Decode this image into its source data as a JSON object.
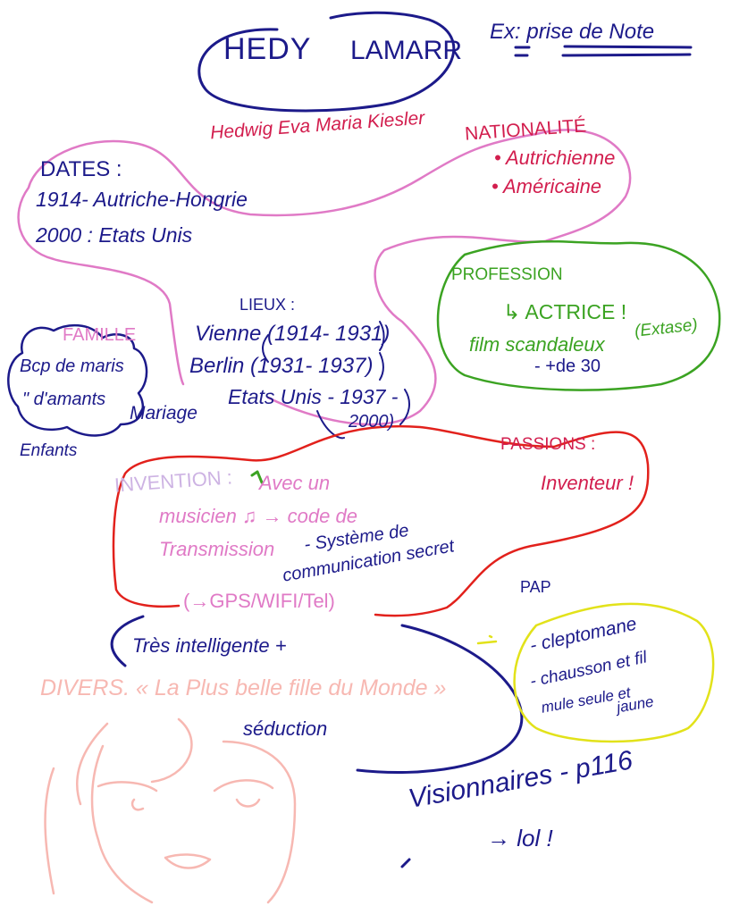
{
  "title": {
    "first": "HEDY",
    "last": "LAMARR",
    "birth_name": "Hedwig Eva Maria Kiesler"
  },
  "example_label": "Ex: prise de Note",
  "dates": {
    "heading": "DATES :",
    "lines": [
      "1914- Autriche-Hongrie",
      "2000 : Etats Unis"
    ]
  },
  "nationalite": {
    "heading": "NATIONALITÉ",
    "items": [
      "• Autrichienne",
      "• Américaine"
    ]
  },
  "lieux": {
    "heading": "LIEUX :",
    "lines": [
      "Vienne (1914- 1931)",
      "Berlin (1931- 1937)",
      "Etats Unis - 1937 -",
      "2000)"
    ]
  },
  "famille": {
    "heading": "FAMILLE",
    "lines": [
      "Bcp de maris",
      "\" d'amants"
    ],
    "mariage": "Mariage",
    "enfants": "Enfants"
  },
  "profession": {
    "heading": "PROFESSION",
    "role": "↳ ACTRICE !",
    "film": "film scandaleux",
    "film_title": "(Extase)",
    "count": "- +de 30"
  },
  "passions": {
    "heading": "PASSIONS :",
    "value": "Inventeur !"
  },
  "invention": {
    "heading": "INVENTION :",
    "lines": [
      "Avec un",
      "musicien ♫ → code de",
      "Transmission",
      "(→GPS/WIFI/Tel)"
    ],
    "system_lines": [
      "- Système de",
      "communication secret"
    ]
  },
  "divers": {
    "intelligence": "Très intelligente +",
    "quote": "DIVERS. « La Plus belle fille du Monde »",
    "seduction": "séduction"
  },
  "pap": {
    "heading": "PAP",
    "items": [
      "- cleptomane",
      "- chausson et fil",
      "mule seule et",
      "jaune"
    ]
  },
  "footer": {
    "visionnaires": "Visionnaires - p116",
    "lol": "→ lol !"
  },
  "colors": {
    "navy": "#1c1a8a",
    "crimson": "#d21e4e",
    "pink": "#e07ac6",
    "green": "#3ba322",
    "red": "#e2211c",
    "yellow": "#e2e21a",
    "lavender": "#cdb3e3",
    "salmon": "#f7b8b2"
  }
}
